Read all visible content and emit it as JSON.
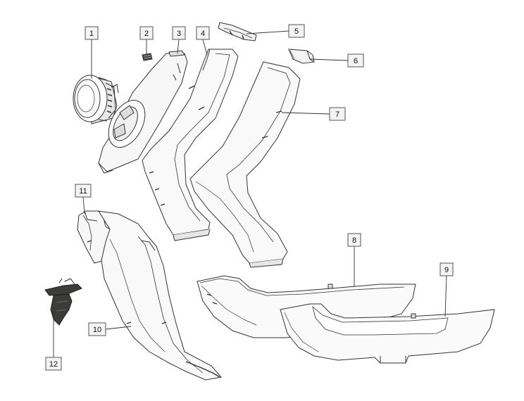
{
  "diagram": {
    "type": "exploded-parts-view",
    "callouts": [
      {
        "id": "1",
        "label": "1"
      },
      {
        "id": "2",
        "label": "2"
      },
      {
        "id": "3",
        "label": "3"
      },
      {
        "id": "4",
        "label": "4"
      },
      {
        "id": "5",
        "label": "5"
      },
      {
        "id": "6",
        "label": "6"
      },
      {
        "id": "7",
        "label": "7"
      },
      {
        "id": "8",
        "label": "8"
      },
      {
        "id": "9",
        "label": "9"
      },
      {
        "id": "10",
        "label": "10"
      },
      {
        "id": "11",
        "label": "11"
      },
      {
        "id": "12",
        "label": "12"
      }
    ]
  },
  "colors": {
    "line": "#333333",
    "part_fill": "#f7f7f7",
    "shade": "#e4e4e4",
    "dark_part": "#3a3d38"
  }
}
